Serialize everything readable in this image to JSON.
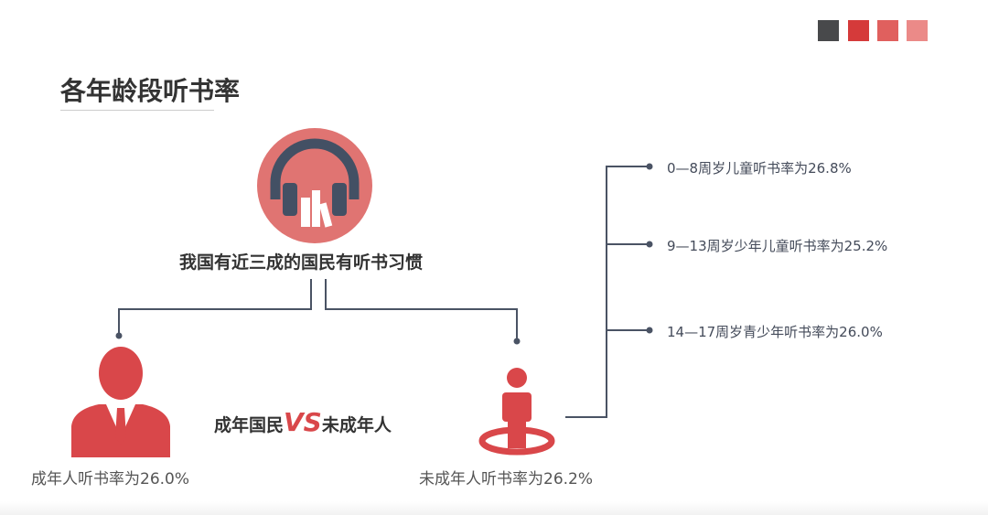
{
  "palette": [
    "#48494b",
    "#d53a3a",
    "#e0605e",
    "#eb8a88"
  ],
  "title": "各年龄段听书率",
  "headline": "我国有近三成的国民有听书习惯",
  "comparison": {
    "left": "成年国民",
    "vs": "VS",
    "right": "未成年人"
  },
  "adult_label": "成年人听书率为26.0%",
  "minor_label": "未成年人听书率为26.2%",
  "breakdown": [
    "0—8周岁儿童听书率为26.8%",
    "9—13周岁少年儿童听书率为25.2%",
    "14—17周岁青少年听书率为26.0%"
  ]
}
